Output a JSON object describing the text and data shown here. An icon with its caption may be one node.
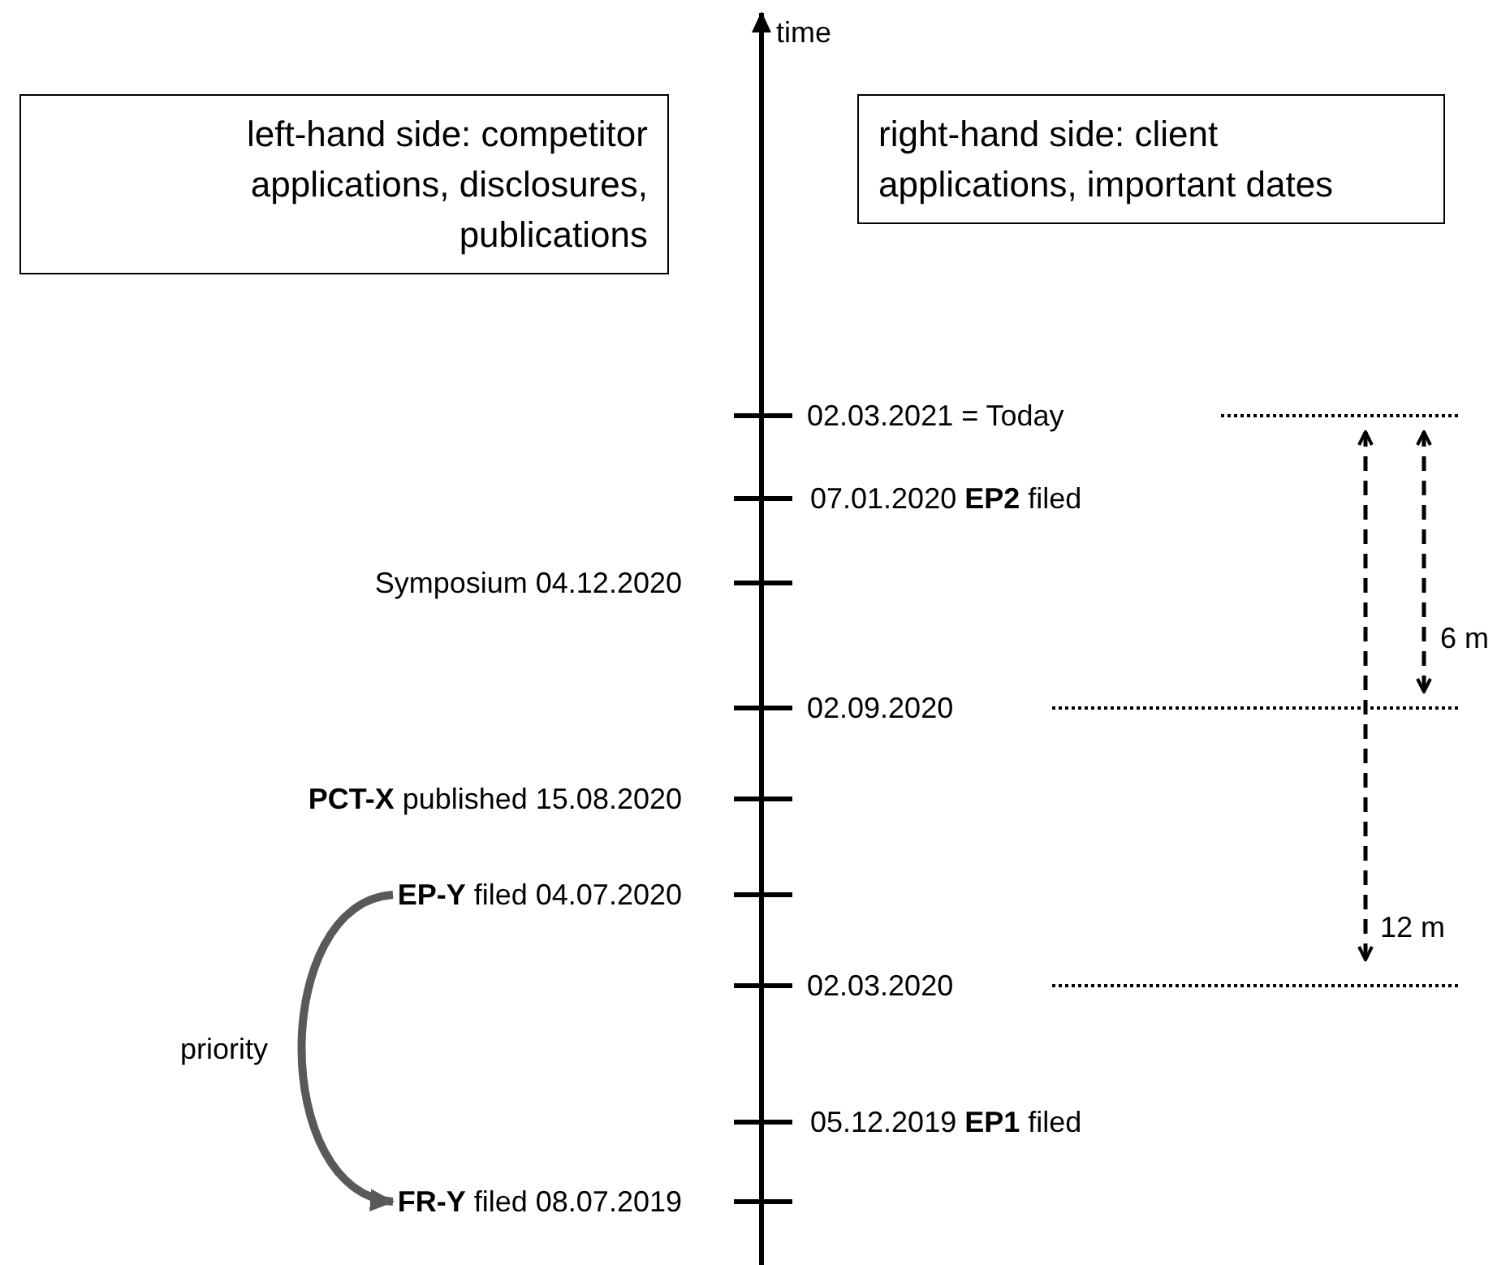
{
  "diagram": {
    "nodes": [
      {
        "text": [
          "left-hand side: competitor applications, disclosures, publications"
        ]
      },
      {
        "text": [
          "right-hand side: client applications, important dates"
        ]
      },
      {
        "text": [
          "**EP-Y** filed 04.07.2020"
        ]
      },
      {
        "text": [
          "**FR-Y** filed 08.07.2019"
        ]
      }
    ],
    "edges": [
      {
        "from": 2,
        "to": 3,
        "arrow": "to",
        "label": "priority"
      }
    ],
    "labels": [
      "time",
      "02.03.2021 = Today",
      "07.01.2020 **EP2** filed",
      "Symposium 04.12.2020",
      "02.09.2020",
      "**PCT-X** published 15.08.2020",
      "6 m",
      "12 m",
      "02.03.2020",
      "05.12.2019 **EP1** filed"
    ]
  }
}
